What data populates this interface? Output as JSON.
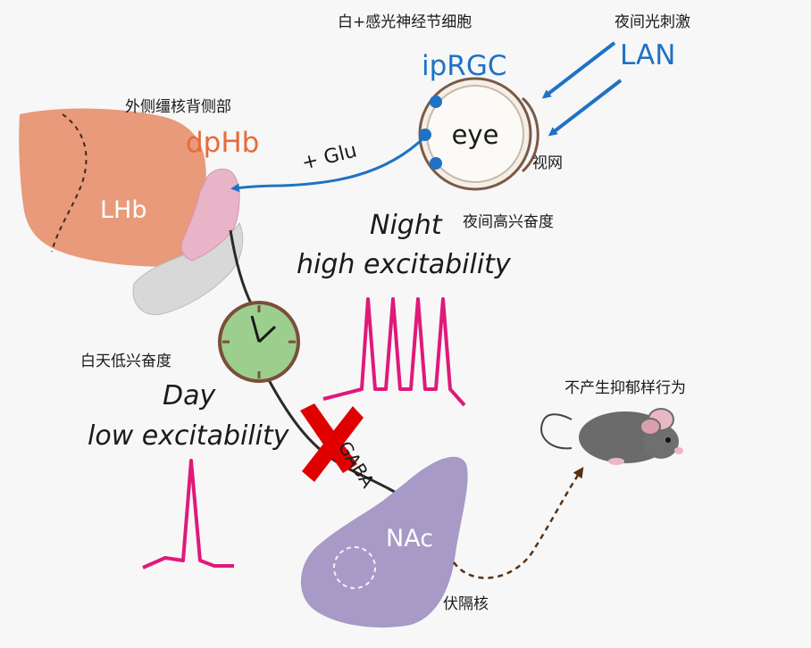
{
  "labels": {
    "iprgc_cn": "白+感光神经节细胞",
    "iprgc": "ipRGC",
    "lan_cn": "夜间光刺激",
    "lan": "LAN",
    "dphb_cn": "外侧缰核背侧部",
    "dphb": "dpHb",
    "eye": "eye",
    "retina_cn": "视网",
    "glu": "+ Glu",
    "lhb": "LHb",
    "night": "Night",
    "night_cn": "夜间高兴奋度",
    "night_exc": "high excitability",
    "day_cn": "白天低兴奋度",
    "day": "Day",
    "day_exc": "low excitability",
    "gaba": "GABA",
    "nac": "NAc",
    "nac_cn": "伏隔核",
    "mouse_cn": "不产生抑郁样行为"
  },
  "colors": {
    "blue": "#1f72c4",
    "lhb": "#e89a7a",
    "dphb": "#e8b4c8",
    "clock": "#9ccf8e",
    "spike": "#e0197a",
    "nac": "#a79ac6",
    "cross": "#e00000",
    "mouse": "#6b6b6b"
  },
  "icons": {
    "clock": "clock-icon",
    "mouse": "mouse-icon",
    "cross": "cross-icon",
    "eye": "eye-icon"
  }
}
